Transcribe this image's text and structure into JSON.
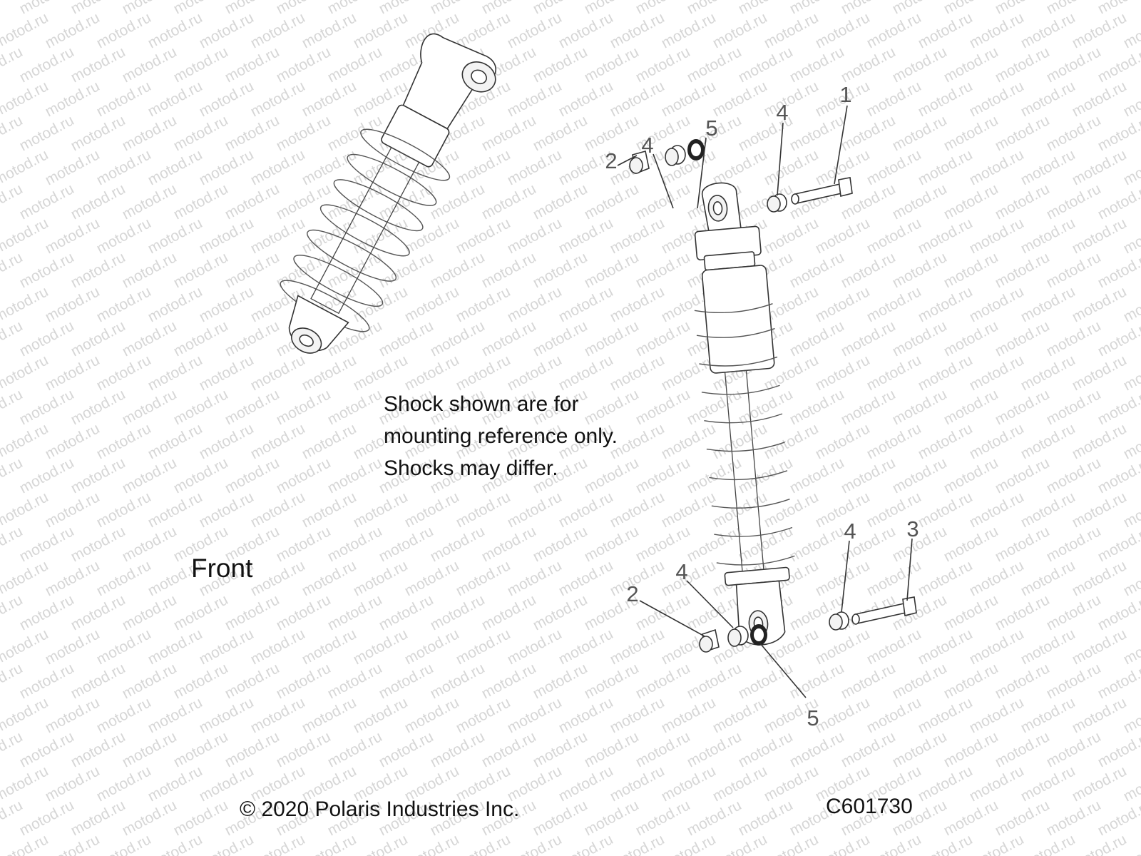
{
  "watermark": {
    "text": "motod.ru",
    "color": "#d6d6d6"
  },
  "note": {
    "lines": [
      "Shock shown are for",
      "mounting reference only.",
      "Shocks may differ."
    ]
  },
  "front_label": "Front",
  "copyright": "© 2020 Polaris Industries Inc.",
  "diagram_id": "C601730",
  "callouts": [
    {
      "id": "callout-1-top-bolt",
      "number": "1"
    },
    {
      "id": "callout-2-top-bushing",
      "number": "2"
    },
    {
      "id": "callout-4-top-left-washer",
      "number": "4"
    },
    {
      "id": "callout-5-top-oring",
      "number": "5"
    },
    {
      "id": "callout-4-top-right-washer",
      "number": "4"
    },
    {
      "id": "callout-3-bottom-bolt",
      "number": "3"
    },
    {
      "id": "callout-4-bottom-right-washer",
      "number": "4"
    },
    {
      "id": "callout-2-bottom-bushing",
      "number": "2"
    },
    {
      "id": "callout-4-bottom-left-washer",
      "number": "4"
    },
    {
      "id": "callout-5-bottom-oring",
      "number": "5"
    }
  ]
}
